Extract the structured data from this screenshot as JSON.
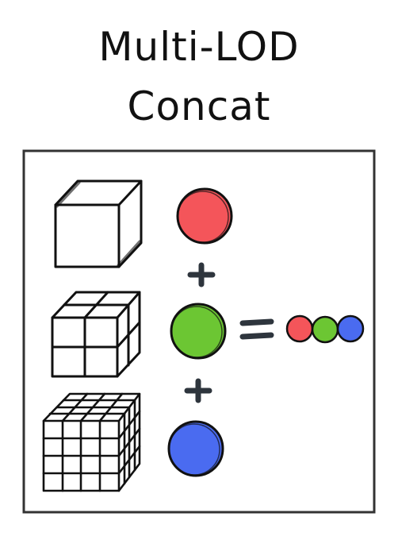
{
  "title": {
    "line1": "Multi-LOD",
    "line2": "Concat"
  },
  "diagram": {
    "levels": [
      {
        "grid_divisions": 1,
        "feature_color": "#f4555a"
      },
      {
        "grid_divisions": 2,
        "feature_color": "#6cc633"
      },
      {
        "grid_divisions": 4,
        "feature_color": "#4a6bf0"
      }
    ],
    "operators": {
      "plus": "+",
      "equals": "="
    },
    "colors": {
      "stroke": "#111111",
      "frame": "#333333",
      "operator": "#2e353d",
      "red": "#f4555a",
      "green": "#6cc633",
      "blue": "#4a6bf0"
    }
  }
}
